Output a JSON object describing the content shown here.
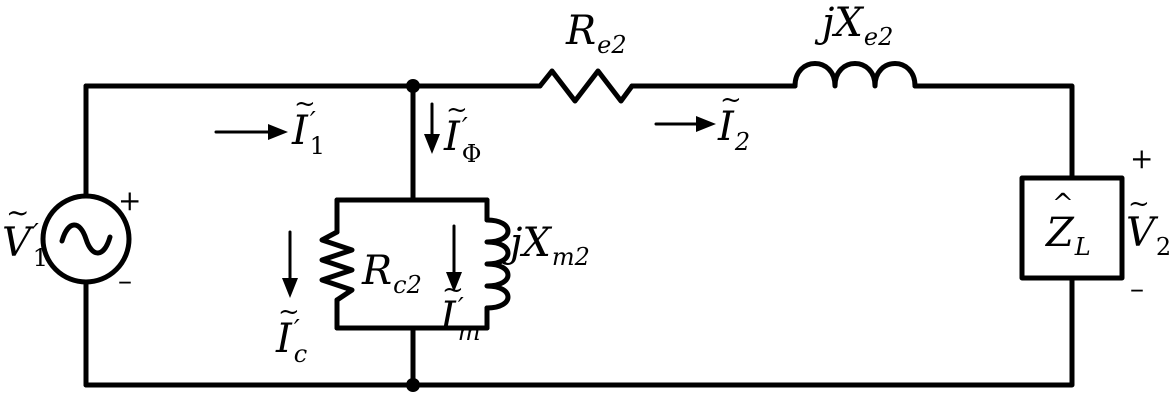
{
  "labels": {
    "V1": {
      "base": "V",
      "prime": "′",
      "sub": "1"
    },
    "I1": {
      "base": "I",
      "prime": "′",
      "sub": "1"
    },
    "Iphi": {
      "base": "I",
      "prime": "′",
      "sub": "Φ"
    },
    "I2": {
      "base": "I",
      "sub": "2"
    },
    "Ic": {
      "base": "I",
      "prime": "′",
      "sub": "c"
    },
    "Im": {
      "base": "I",
      "prime": "′",
      "sub": "m"
    },
    "Rc2": {
      "base": "R",
      "sub": "c2"
    },
    "Re2": {
      "base": "R",
      "sub": "e2"
    },
    "jXe2": {
      "pre": "j",
      "base": "X",
      "sub": "e2"
    },
    "jXm2": {
      "pre": "j",
      "base": "X",
      "sub": "m2"
    },
    "ZL": {
      "base": "Z",
      "sub": "L"
    },
    "V2": {
      "base": "V",
      "sub": "2"
    }
  },
  "signs": {
    "src_plus": "+",
    "src_minus": "–",
    "load_plus": "+",
    "load_minus": "–"
  }
}
